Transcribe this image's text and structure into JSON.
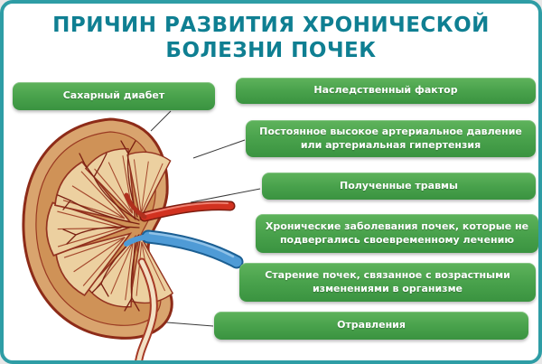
{
  "title": {
    "line1": "ПРИЧИН РАЗВИТИЯ ХРОНИЧЕСКОЙ",
    "line2": "БОЛЕЗНИ ПОЧЕК"
  },
  "causes": [
    "Сахарный диабет",
    "Наследственный фактор",
    "Постоянное высокое артериальное давление или артериальная гипертензия",
    "Полученные травмы",
    "Хронические заболевания почек, которые не подвергались своевременному лечению",
    "Старение почек, связанное с возрастными изменениями в организме",
    "Отравления"
  ],
  "illustration": {
    "name": "kidney-cross-section"
  },
  "colors": {
    "frame": "#2e9da5",
    "title": "#0f7f92",
    "box_green_top": "#5fb35c",
    "box_green_bottom": "#3a9340",
    "box_text": "#ffffff",
    "kidney_capsule": "#d9a46e",
    "artery_red": "#d23220",
    "vein_blue": "#4f9bd6"
  }
}
